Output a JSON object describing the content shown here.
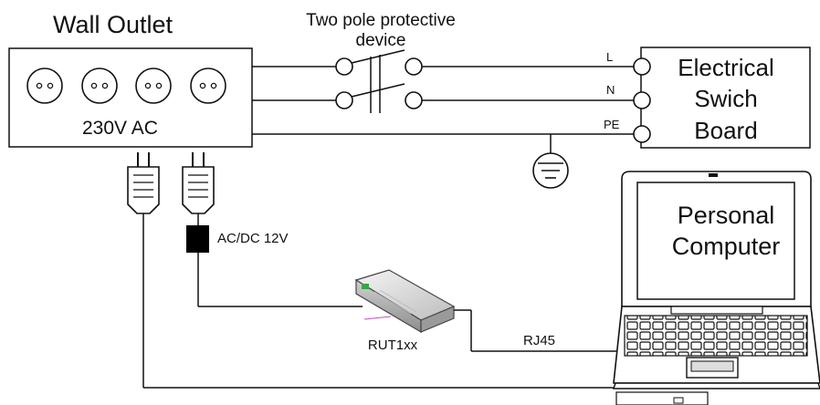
{
  "wall_outlet": {
    "title": "Wall Outlet",
    "voltage": "230V AC"
  },
  "protective_device": {
    "line1": "Two pole protective",
    "line2": "device"
  },
  "terminals": {
    "l": "L",
    "n": "N",
    "pe": "PE"
  },
  "switch_board": {
    "line1": "Electrical",
    "line2": "Swich",
    "line3": "Board"
  },
  "adapter": {
    "label": "AC/DC 12V"
  },
  "router": {
    "label": "RUT1xx"
  },
  "cable": {
    "label": "RJ45"
  },
  "computer": {
    "line1": "Personal",
    "line2": "Computer"
  }
}
